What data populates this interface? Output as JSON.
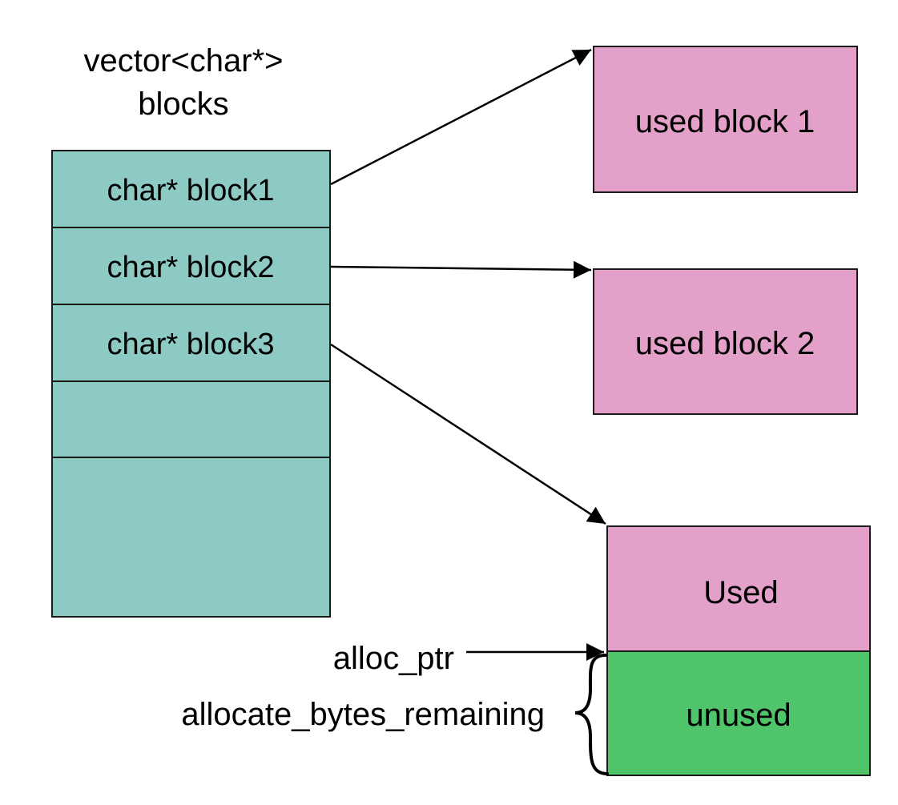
{
  "vector": {
    "title_line1": "vector<char*>",
    "title_line2": "blocks",
    "cells": [
      {
        "label": "char* block1"
      },
      {
        "label": "char* block2"
      },
      {
        "label": "char* block3"
      },
      {
        "label": ""
      },
      {
        "label": ""
      }
    ]
  },
  "blocks": [
    {
      "label": "used block 1"
    },
    {
      "label": "used block 2"
    }
  ],
  "current_block": {
    "used_label": "Used",
    "unused_label": "unused"
  },
  "pointers": {
    "alloc_ptr_label": "alloc_ptr",
    "remaining_label": "allocate_bytes_remaining"
  },
  "colors": {
    "vector_fill": "#8ecac4",
    "used_fill": "#e3a0c9",
    "unused_fill": "#4fc46b",
    "stroke": "#1a1a1a"
  }
}
